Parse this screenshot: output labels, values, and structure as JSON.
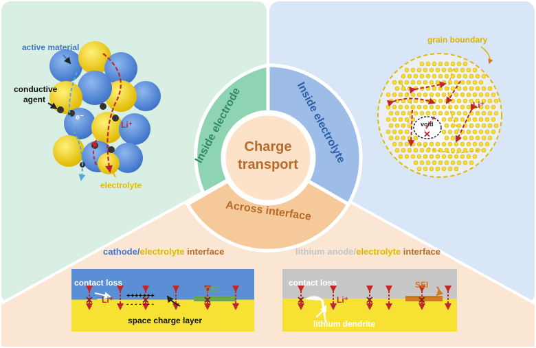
{
  "center": {
    "line1": "Charge",
    "line2": "transport"
  },
  "ring": {
    "electrode": "Inside electrode",
    "electrolyte": "Inside electrolyte",
    "interface": "Across interface"
  },
  "electrode_panel": {
    "active_material": "active material",
    "conductive_line1": "conductive",
    "conductive_line2": "agent",
    "electrolyte": "electrolyte",
    "electron": "e⁻",
    "li": "Li⁺"
  },
  "electrolyte_panel": {
    "grain_boundary": "grain boundary",
    "li": "Li⁺",
    "void": "void"
  },
  "cathode_panel": {
    "title_a": "cathode",
    "title_sep": "/",
    "title_b": "electrolyte",
    "title_c": " interface",
    "contact_loss": "contact loss",
    "li": "Li⁺",
    "charges": "+++++++",
    "dashes": "- - - - - - -",
    "cei": "CEI",
    "space_charge": "space charge layer"
  },
  "anode_panel": {
    "title_a": "lithium anode",
    "title_sep": "/",
    "title_b": "electrolyte",
    "title_c": " interface",
    "contact_loss": "contact loss",
    "li": "Li⁺",
    "sei": "SEI",
    "dendrite": "lithium dendrite"
  },
  "colors": {
    "electrode_bg": "#d9efe3",
    "electrolyte_bg": "#d9e6f7",
    "interface_bg": "#fbe6d3",
    "ring_green": "#8ed3b2",
    "ring_blue": "#9dbde8",
    "ring_orange": "#f6c99a",
    "center": "#fbe2c8",
    "text_green": "#2f8a63",
    "text_blue": "#2d5fa8",
    "text_orange": "#b86a2a",
    "yellow": "#f7e233",
    "cathode_blue": "#5a8fd6",
    "arrow_red": "#c0262b"
  }
}
